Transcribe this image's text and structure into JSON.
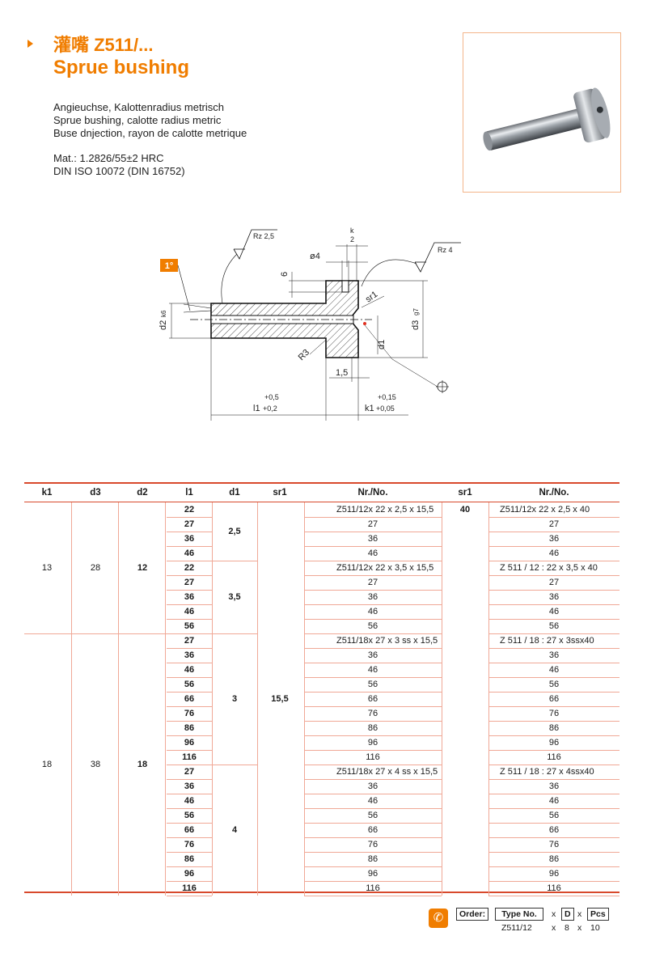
{
  "header": {
    "title_cn": "灌嘴 Z511/...",
    "title_en": "Sprue bushing"
  },
  "description": {
    "line_de": "Angieuchse, Kalottenradius metrisch",
    "line_en": "Sprue bushing, calotte radius metric",
    "line_fr": "Buse dnjection, rayon de calotte metrique",
    "material": "Mat.: 1.2826/55±2 HRC",
    "standard": "DIN ISO 10072 (DIN 16752)"
  },
  "drawing": {
    "rz25": "Rz 2,5",
    "rz4": "Rz 4",
    "k": "k",
    "k_val": "2",
    "phi4": "ø4",
    "six": "6",
    "angle": "1°",
    "sr1": "sr1",
    "d2": "d2",
    "k6": "k6",
    "d3": "d3",
    "g7": "g7",
    "d1": "d1",
    "r3": "R3",
    "one_five": "1,5",
    "l1_tol_up": "+0,5",
    "l1": "l1",
    "l1_tol_dn": "+0,2",
    "k1_tol_up": "+0,15",
    "k1": "k1",
    "k1_tol_dn": "+0,05"
  },
  "table": {
    "headers": [
      "k1",
      "d3",
      "d2",
      "l1",
      "d1",
      "sr1",
      "Nr./No.",
      "sr1",
      "Nr./No."
    ],
    "groups": [
      {
        "k1": "13",
        "d3": "28",
        "d2": "12"
      },
      {
        "k1": "18",
        "d3": "38",
        "d2": "18"
      }
    ],
    "d1_groups": [
      "2,5",
      "3,5",
      "3",
      "4"
    ],
    "sr1_a": "15,5",
    "sr1_b": "40",
    "rows": [
      {
        "l1": "22",
        "no_a": "Z511/12x  22 x 2,5 x 15,5",
        "no_b": "Z511/12x  22 x 2,5 x 40"
      },
      {
        "l1": "27",
        "no_a": "27",
        "no_b": "27"
      },
      {
        "l1": "36",
        "no_a": "36",
        "no_b": "36"
      },
      {
        "l1": "46",
        "no_a": "46",
        "no_b": "46"
      },
      {
        "l1": "22",
        "no_a": "Z511/12x  22 x 3,5 x 15,5",
        "no_b": "Z 511 / 12 :  22 x 3,5 x 40"
      },
      {
        "l1": "27",
        "no_a": "27",
        "no_b": "27"
      },
      {
        "l1": "36",
        "no_a": "36",
        "no_b": "36"
      },
      {
        "l1": "46",
        "no_a": "46",
        "no_b": "46"
      },
      {
        "l1": "56",
        "no_a": "56",
        "no_b": "56"
      },
      {
        "l1": "27",
        "no_a": "Z511/18x  27 x 3 ss x 15,5",
        "no_b": "Z 511 / 18 :  27 x 3ssx40"
      },
      {
        "l1": "36",
        "no_a": "36",
        "no_b": "36"
      },
      {
        "l1": "46",
        "no_a": "46",
        "no_b": "46"
      },
      {
        "l1": "56",
        "no_a": "56",
        "no_b": "56"
      },
      {
        "l1": "66",
        "no_a": "66",
        "no_b": "66"
      },
      {
        "l1": "76",
        "no_a": "76",
        "no_b": "76"
      },
      {
        "l1": "86",
        "no_a": "86",
        "no_b": "86"
      },
      {
        "l1": "96",
        "no_a": "96",
        "no_b": "96"
      },
      {
        "l1": "116",
        "no_a": "116",
        "no_b": "116"
      },
      {
        "l1": "27",
        "no_a": "Z511/18x  27 x 4 ss x 15,5",
        "no_b": "Z 511 / 18 :  27 x 4ssx40"
      },
      {
        "l1": "36",
        "no_a": "36",
        "no_b": "36"
      },
      {
        "l1": "46",
        "no_a": "46",
        "no_b": "46"
      },
      {
        "l1": "56",
        "no_a": "56",
        "no_b": "56"
      },
      {
        "l1": "66",
        "no_a": "66",
        "no_b": "66"
      },
      {
        "l1": "76",
        "no_a": "76",
        "no_b": "76"
      },
      {
        "l1": "86",
        "no_a": "86",
        "no_b": "86"
      },
      {
        "l1": "96",
        "no_a": "96",
        "no_b": "96"
      },
      {
        "l1": "116",
        "no_a": "116",
        "no_b": "116"
      }
    ]
  },
  "order": {
    "label": "Order:",
    "type_no": "Type No.",
    "x1": "x",
    "d": "D",
    "x2": "x",
    "pcs": "Pcs",
    "ex_type": "Z511/12",
    "ex_x1": "x",
    "ex_d": "8",
    "ex_x2": "x",
    "ex_pcs": "10"
  }
}
